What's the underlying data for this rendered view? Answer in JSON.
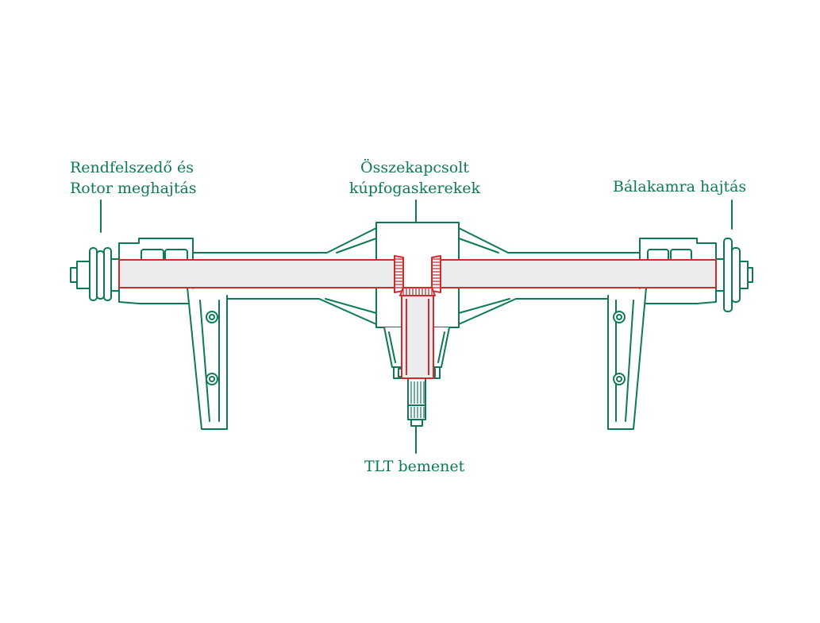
{
  "colors": {
    "outline": "#0e7a55",
    "highlight": "#d42a2f",
    "shaft_fill": "#ececec",
    "background": "#ffffff"
  },
  "labels": {
    "left": {
      "line1": "Rendfelszedő és",
      "line2": "Rotor meghajtás"
    },
    "center": {
      "line1": "Összekapcsolt",
      "line2": "kúpfogaskerekek"
    },
    "right": {
      "line1": "Bálakamra hajtás"
    },
    "bottom": {
      "line1": "TLT bemenet"
    }
  }
}
